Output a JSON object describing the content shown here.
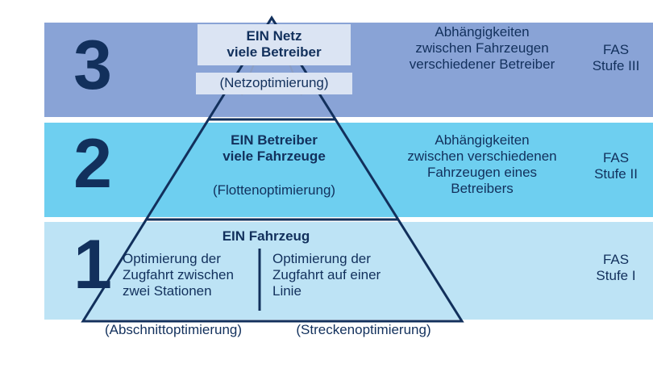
{
  "diagram": {
    "title": "Automatisierungsstufen Pyramide",
    "colors": {
      "band3": "#89a3d6",
      "band2": "#6ecff0",
      "band1": "#bde3f5",
      "ink": "#12305c",
      "highlight_box": "#dbe4f3"
    },
    "levels": [
      {
        "number": "3",
        "title_line1": "EIN Netz",
        "title_line2": "viele Betreiber",
        "subtitle": "(Netzoptimierung)",
        "description_line1": "Abhängigkeiten",
        "description_line2": "zwischen Fahrzeugen",
        "description_line3": "verschiedener Betreiber",
        "stage_line1": "FAS",
        "stage_line2": "Stufe III"
      },
      {
        "number": "2",
        "title_line1": "EIN Betreiber",
        "title_line2": "viele Fahrzeuge",
        "subtitle": "(Flottenoptimierung)",
        "description_line1": "Abhängigkeiten",
        "description_line2": "zwischen verschiedenen",
        "description_line3": "Fahrzeugen eines",
        "description_line4": "Betreibers",
        "stage_line1": "FAS",
        "stage_line2": "Stufe II"
      },
      {
        "number": "1",
        "title_line1": "EIN Fahrzeug",
        "column_left_line1": "Optimierung der",
        "column_left_line2": "Zugfahrt zwischen",
        "column_left_line3": "zwei Stationen",
        "column_right_line1": "Optimierung der",
        "column_right_line2": "Zugfahrt auf einer",
        "column_right_line3": "Linie",
        "stage_line1": "FAS",
        "stage_line2": "Stufe I"
      }
    ],
    "captions": {
      "left": "(Abschnittoptimierung)",
      "right": "(Streckenoptimierung)"
    }
  }
}
